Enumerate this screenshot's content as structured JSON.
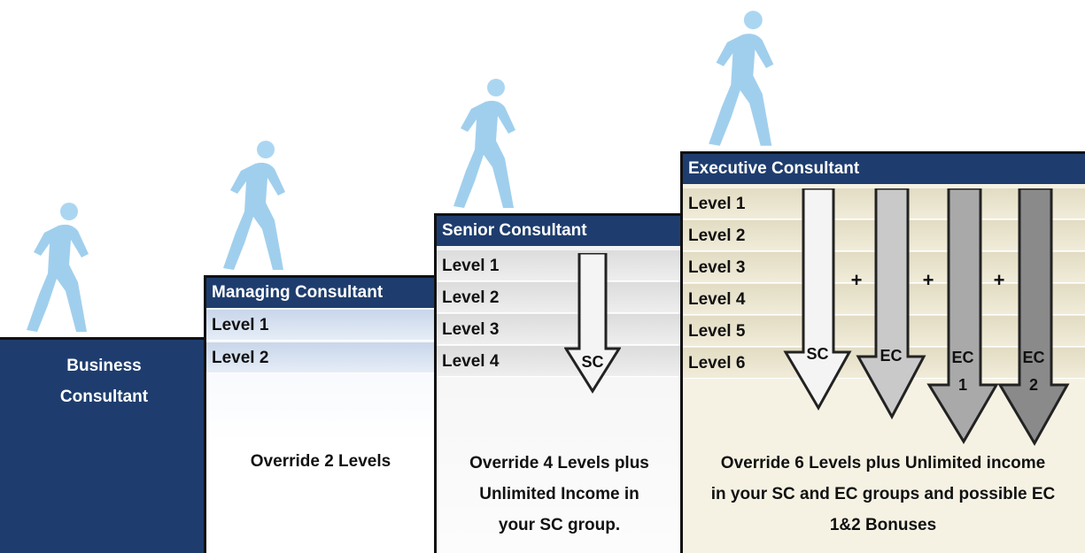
{
  "business": {
    "title_line1": "Business",
    "title_line2": "Consultant"
  },
  "managing": {
    "title": "Managing Consultant",
    "levels": [
      "Level 1",
      "Level 2"
    ],
    "description": "Override 2 Levels"
  },
  "senior": {
    "title": "Senior Consultant",
    "levels": [
      "Level 1",
      "Level 2",
      "Level 3",
      "Level 4"
    ],
    "arrow_label": "SC",
    "description_lines": [
      "Override 4 Levels plus",
      "Unlimited Income in",
      "your SC group."
    ]
  },
  "executive": {
    "title": "Executive Consultant",
    "levels": [
      "Level 1",
      "Level 2",
      "Level 3",
      "Level 4",
      "Level 5",
      "Level 6"
    ],
    "arrows": [
      {
        "line1": "SC",
        "line2": ""
      },
      {
        "line1": "EC",
        "line2": ""
      },
      {
        "line1": "EC",
        "line2": "1"
      },
      {
        "line1": "EC",
        "line2": "2"
      }
    ],
    "plus_sign": "+",
    "description_lines": [
      "Override 6 Levels plus Unlimited income",
      "in your SC and EC groups and possible EC",
      "1&2 Bonuses"
    ]
  },
  "colors": {
    "header_navy": "#1e3d6e",
    "figure_blue": "#8fc7ea",
    "arrow_white": "#f4f4f4",
    "arrow_light_gray": "#c9c9c9",
    "arrow_mid_gray": "#a9a9a9",
    "arrow_dark_gray": "#8a8a8a"
  }
}
